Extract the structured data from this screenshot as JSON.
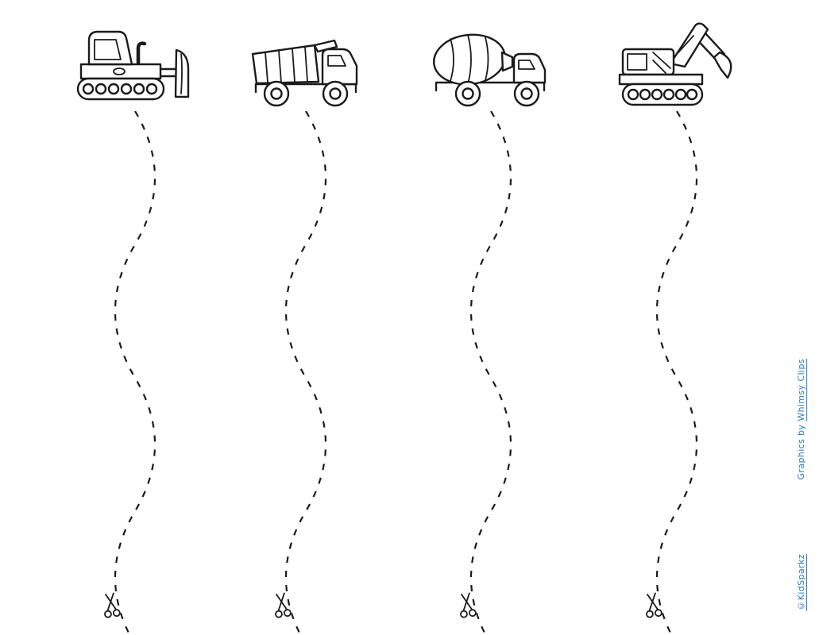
{
  "credits": {
    "graphics_prefix": "Graphics by ",
    "graphics_link_label": "Whimsy Clips",
    "site_label": "©KidSparkz",
    "link_color": "#2e7cc0"
  },
  "columns": [
    {
      "vehicle": "bulldozer-icon"
    },
    {
      "vehicle": "dump-truck-icon"
    },
    {
      "vehicle": "cement-mixer-icon"
    },
    {
      "vehicle": "excavator-icon"
    }
  ],
  "cut_line": {
    "style": "dashed-wave",
    "color": "#1b1b1b"
  },
  "scissors_icon": "scissors-icon"
}
